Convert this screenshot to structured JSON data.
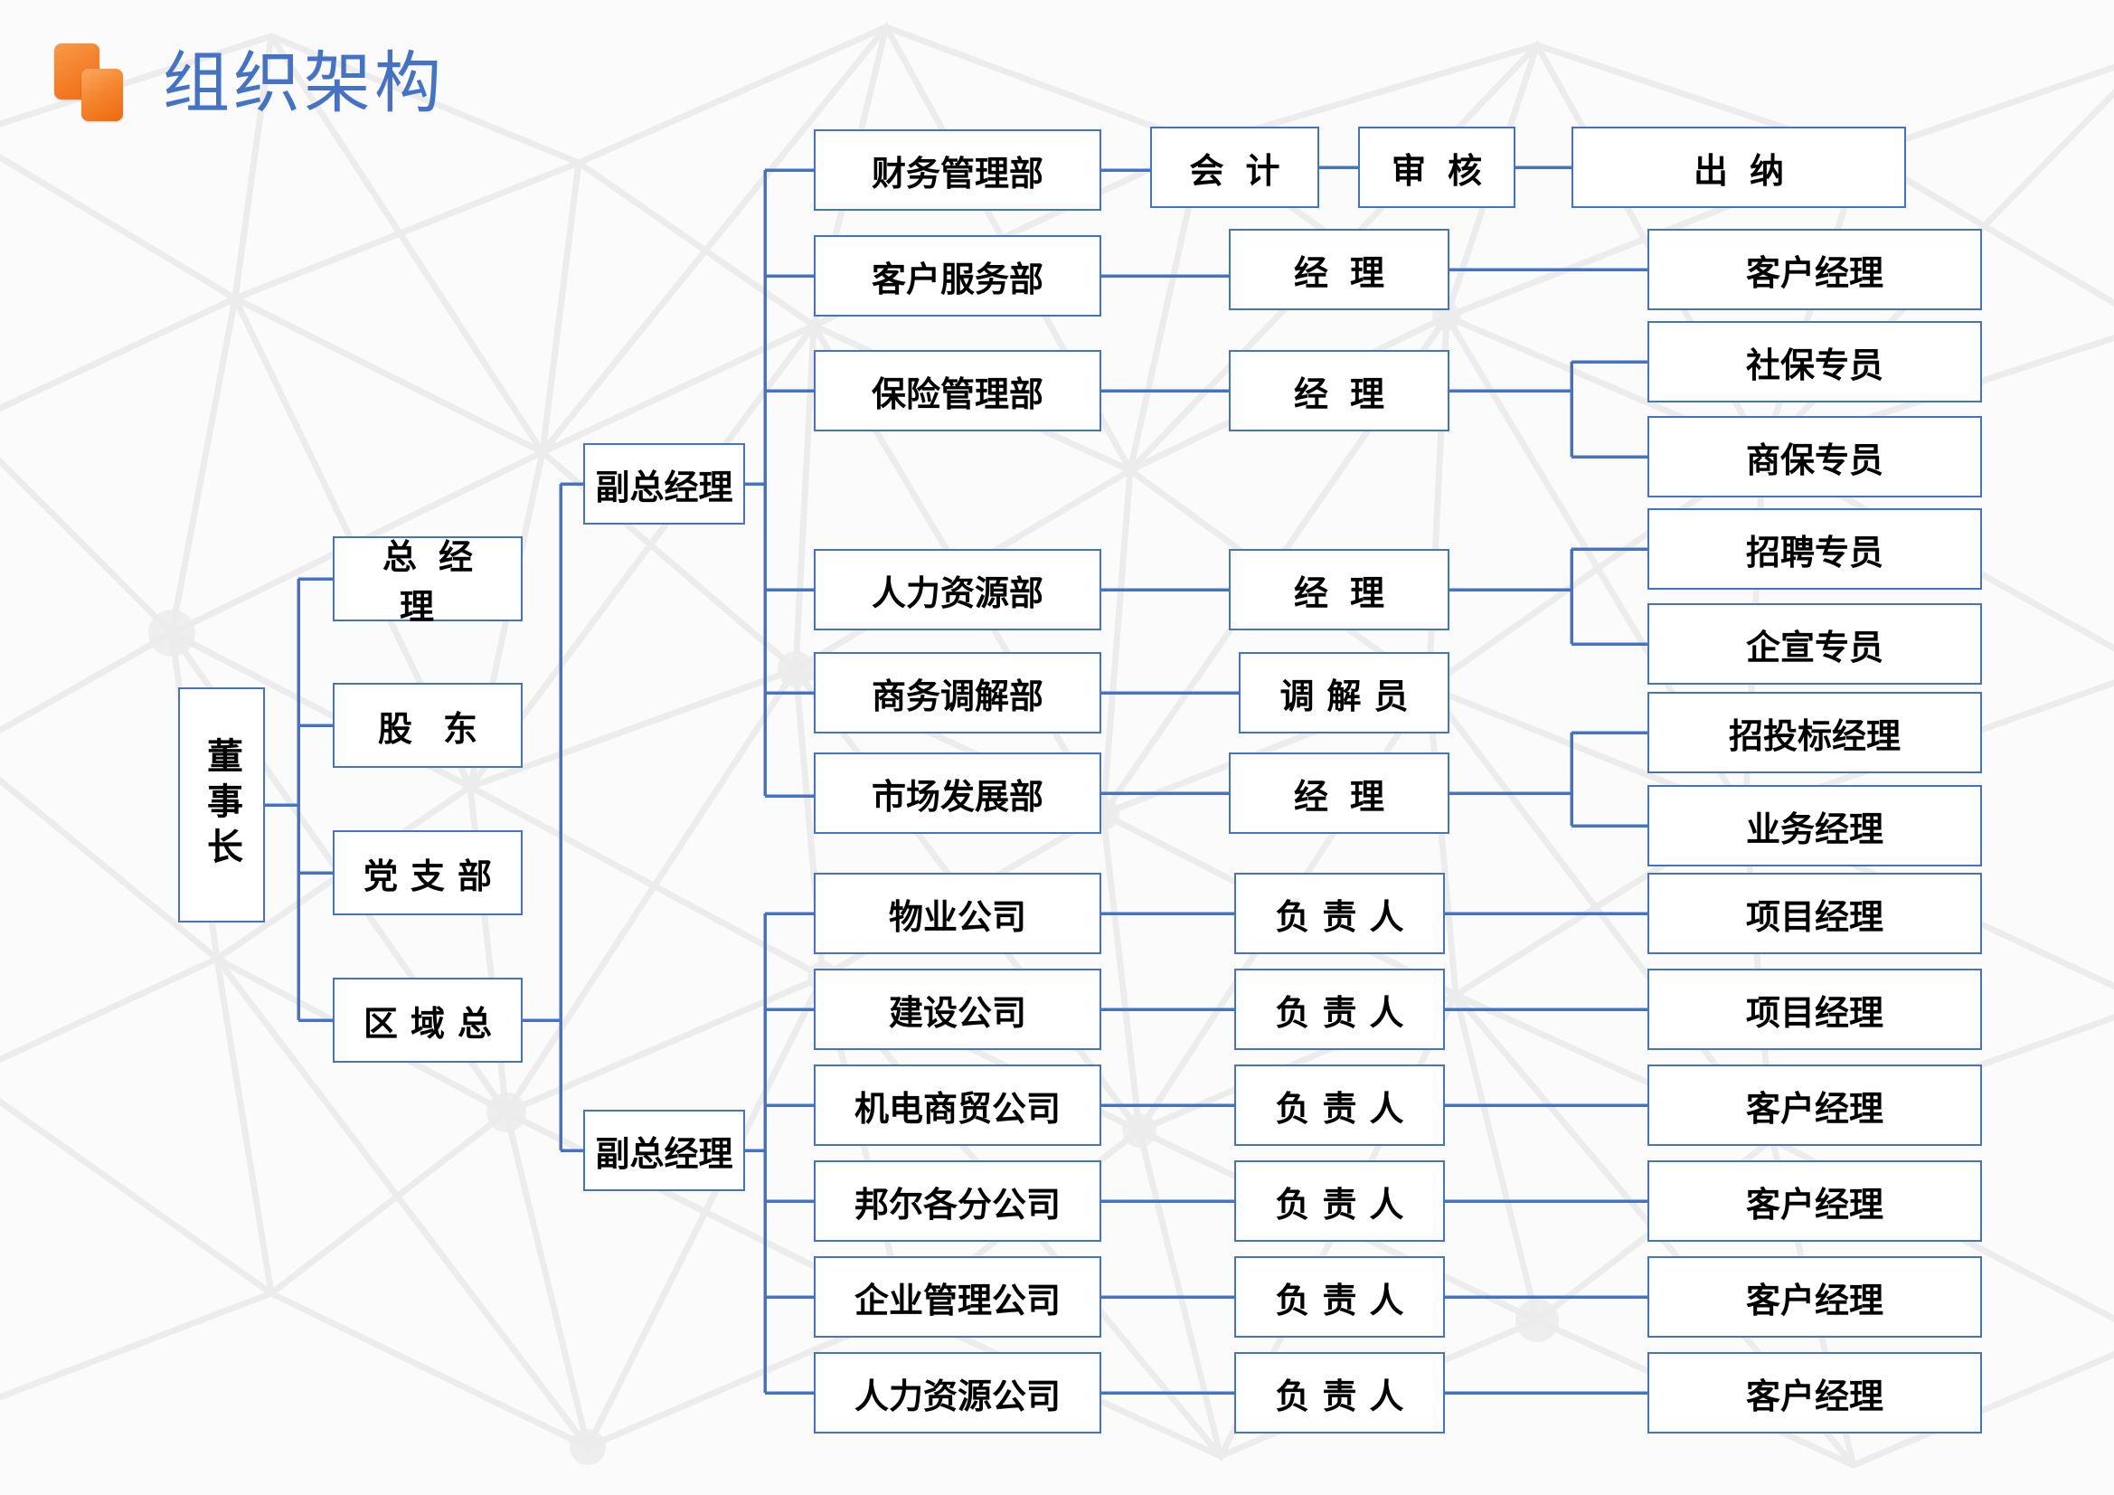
{
  "header": {
    "title": "组织架构",
    "title_color": "#4472C4",
    "logo_color": "#F5822C",
    "logo_icon": "two-rounded-squares-icon"
  },
  "theme": {
    "box_border": "#4472C4",
    "box_fill": "#FFFFFF",
    "text": "#000000",
    "background": "#FBFBFB",
    "mesh": "#EDEDED"
  },
  "chart_data": {
    "type": "diagram",
    "title": "组织架构",
    "orientation": "left-to-right",
    "root": "董事长",
    "nodes": [
      {
        "id": "chairman",
        "label": "董事长",
        "level": 0,
        "vertical": true
      },
      {
        "id": "gm",
        "label": "总经理",
        "level": 1
      },
      {
        "id": "shareholder",
        "label": "股东",
        "level": 1
      },
      {
        "id": "party",
        "label": "党支部",
        "level": 1
      },
      {
        "id": "region",
        "label": "区域总",
        "level": 1
      },
      {
        "id": "vgm1",
        "label": "副总经理",
        "level": 2
      },
      {
        "id": "vgm2",
        "label": "副总经理",
        "level": 2
      },
      {
        "id": "fin",
        "label": "财务管理部",
        "level": 3
      },
      {
        "id": "cs",
        "label": "客户服务部",
        "level": 3
      },
      {
        "id": "ins",
        "label": "保险管理部",
        "level": 3
      },
      {
        "id": "hr",
        "label": "人力资源部",
        "level": 3
      },
      {
        "id": "med",
        "label": "商务调解部",
        "level": 3
      },
      {
        "id": "mkt",
        "label": "市场发展部",
        "level": 3
      },
      {
        "id": "prop",
        "label": "物业公司",
        "level": 3
      },
      {
        "id": "const",
        "label": "建设公司",
        "level": 3
      },
      {
        "id": "elec",
        "label": "机电商贸公司",
        "level": 3
      },
      {
        "id": "bang",
        "label": "邦尔各分公司",
        "level": 3
      },
      {
        "id": "entmgr",
        "label": "企业管理公司",
        "level": 3
      },
      {
        "id": "hrco",
        "label": "人力资源公司",
        "level": 3
      },
      {
        "id": "acct",
        "label": "会计",
        "level": 4
      },
      {
        "id": "csmgr",
        "label": "经理",
        "level": 4
      },
      {
        "id": "insmgr",
        "label": "经理",
        "level": 4
      },
      {
        "id": "hrmgr",
        "label": "经理",
        "level": 4
      },
      {
        "id": "mediator",
        "label": "调解员",
        "level": 4
      },
      {
        "id": "mktmgr",
        "label": "经理",
        "level": 4
      },
      {
        "id": "prop_head",
        "label": "负责人",
        "level": 4
      },
      {
        "id": "const_head",
        "label": "负责人",
        "level": 4
      },
      {
        "id": "elec_head",
        "label": "负责人",
        "level": 4
      },
      {
        "id": "bang_head",
        "label": "负责人",
        "level": 4
      },
      {
        "id": "ent_head",
        "label": "负责人",
        "level": 4
      },
      {
        "id": "hrco_head",
        "label": "负责人",
        "level": 4
      },
      {
        "id": "audit",
        "label": "审核",
        "level": 5
      },
      {
        "id": "cashier",
        "label": "出纳",
        "level": 6
      },
      {
        "id": "cs_km",
        "label": "客户经理",
        "level": 5
      },
      {
        "id": "social",
        "label": "社保专员",
        "level": 5
      },
      {
        "id": "comins",
        "label": "商保专员",
        "level": 5
      },
      {
        "id": "recruit",
        "label": "招聘专员",
        "level": 5
      },
      {
        "id": "pr",
        "label": "企宣专员",
        "level": 5
      },
      {
        "id": "bid",
        "label": "招投标经理",
        "level": 5
      },
      {
        "id": "biz",
        "label": "业务经理",
        "level": 5
      },
      {
        "id": "proj1",
        "label": "项目经理",
        "level": 5
      },
      {
        "id": "proj2",
        "label": "项目经理",
        "level": 5
      },
      {
        "id": "km1",
        "label": "客户经理",
        "level": 5
      },
      {
        "id": "km2",
        "label": "客户经理",
        "level": 5
      },
      {
        "id": "km3",
        "label": "客户经理",
        "level": 5
      },
      {
        "id": "km4",
        "label": "客户经理",
        "level": 5
      }
    ],
    "edges": [
      [
        "chairman",
        "gm"
      ],
      [
        "chairman",
        "shareholder"
      ],
      [
        "chairman",
        "party"
      ],
      [
        "chairman",
        "region"
      ],
      [
        "region",
        "vgm1"
      ],
      [
        "region",
        "vgm2"
      ],
      [
        "vgm1",
        "fin"
      ],
      [
        "vgm1",
        "cs"
      ],
      [
        "vgm1",
        "ins"
      ],
      [
        "vgm1",
        "hr"
      ],
      [
        "vgm1",
        "med"
      ],
      [
        "vgm1",
        "mkt"
      ],
      [
        "vgm2",
        "prop"
      ],
      [
        "vgm2",
        "const"
      ],
      [
        "vgm2",
        "elec"
      ],
      [
        "vgm2",
        "bang"
      ],
      [
        "vgm2",
        "entmgr"
      ],
      [
        "vgm2",
        "hrco"
      ],
      [
        "fin",
        "acct"
      ],
      [
        "acct",
        "audit"
      ],
      [
        "audit",
        "cashier"
      ],
      [
        "cs",
        "csmgr"
      ],
      [
        "csmgr",
        "cs_km"
      ],
      [
        "ins",
        "insmgr"
      ],
      [
        "insmgr",
        "social"
      ],
      [
        "insmgr",
        "comins"
      ],
      [
        "hr",
        "hrmgr"
      ],
      [
        "hrmgr",
        "recruit"
      ],
      [
        "hrmgr",
        "pr"
      ],
      [
        "med",
        "mediator"
      ],
      [
        "mkt",
        "mktmgr"
      ],
      [
        "mktmgr",
        "bid"
      ],
      [
        "mktmgr",
        "biz"
      ],
      [
        "prop",
        "prop_head"
      ],
      [
        "prop_head",
        "proj1"
      ],
      [
        "const",
        "const_head"
      ],
      [
        "const_head",
        "proj2"
      ],
      [
        "elec",
        "elec_head"
      ],
      [
        "elec_head",
        "km1"
      ],
      [
        "bang",
        "bang_head"
      ],
      [
        "bang_head",
        "km2"
      ],
      [
        "entmgr",
        "ent_head"
      ],
      [
        "ent_head",
        "km3"
      ],
      [
        "hrco",
        "hrco_head"
      ],
      [
        "hrco_head",
        "km4"
      ]
    ]
  },
  "boxes": {
    "chairman": "董事长",
    "gm": "总经理",
    "shareholder": "股东",
    "party": "党支部",
    "region": "区域总",
    "vgm1": "副总经理",
    "vgm2": "副总经理",
    "fin": "财务管理部",
    "cs": "客户服务部",
    "ins": "保险管理部",
    "hr": "人力资源部",
    "med": "商务调解部",
    "mkt": "市场发展部",
    "prop": "物业公司",
    "const": "建设公司",
    "elec": "机电商贸公司",
    "bang": "邦尔各分公司",
    "entmgr": "企业管理公司",
    "hrco": "人力资源公司",
    "acct": "会计",
    "csmgr": "经理",
    "insmgr": "经理",
    "hrmgr": "经理",
    "mediator": "调解员",
    "mktmgr": "经理",
    "prop_head": "负责人",
    "const_head": "负责人",
    "elec_head": "负责人",
    "bang_head": "负责人",
    "ent_head": "负责人",
    "hrco_head": "负责人",
    "audit": "审核",
    "cashier": "出纳",
    "cs_km": "客户经理",
    "social": "社保专员",
    "comins": "商保专员",
    "recruit": "招聘专员",
    "pr": "企宣专员",
    "bid": "招投标经理",
    "biz": "业务经理",
    "proj1": "项目经理",
    "proj2": "项目经理",
    "km1": "客户经理",
    "km2": "客户经理",
    "km3": "客户经理",
    "km4": "客户经理"
  }
}
